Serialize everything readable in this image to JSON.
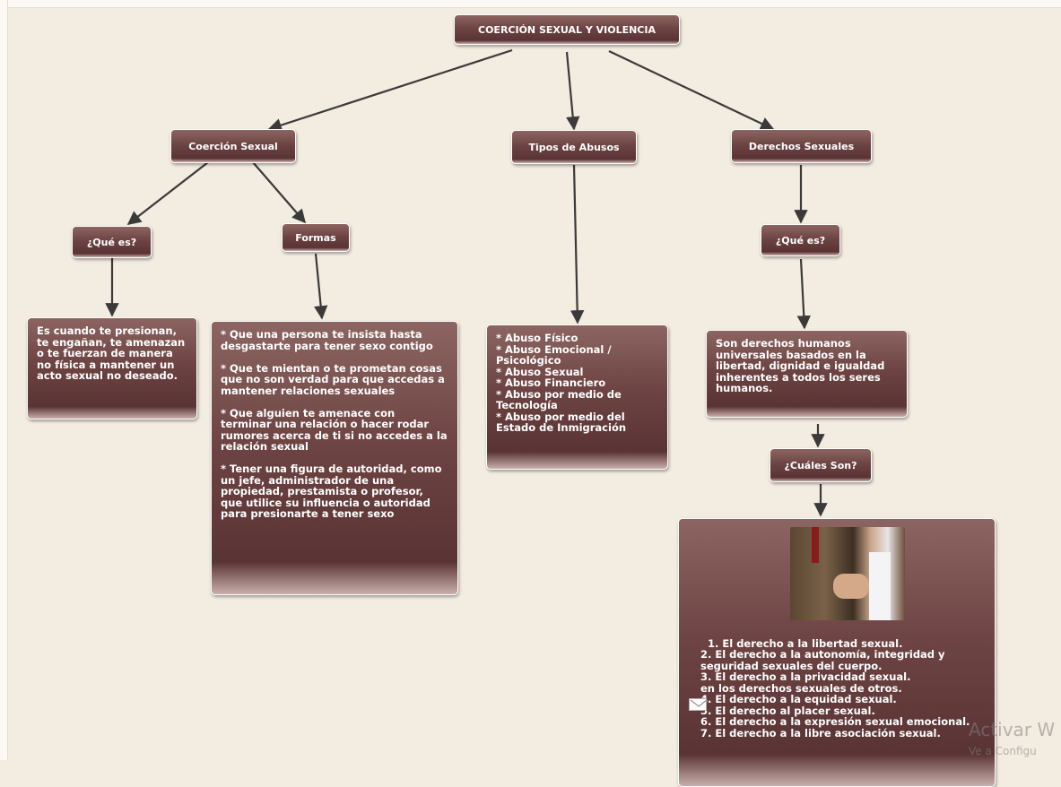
{
  "diagram": {
    "root": "COERCIÓN SEXUAL Y VIOLENCIA",
    "coercion": {
      "title": "Coerción Sexual",
      "que_es_title": "¿Qué es?",
      "que_es_text": "Es cuando te presionan, te engañan, te amenazan o te fuerzan de manera no física a mantener un acto sexual no deseado.",
      "formas_title": "Formas",
      "formas_text": "* Que una persona te insista hasta desgastarte para tener sexo contigo\n\n* Que te mientan o te prometan cosas que no son verdad para que accedas a mantener relaciones sexuales\n\n* Que alguien te amenace con terminar una relación o hacer rodar rumores acerca de ti si no accedes a la relación sexual\n\n* Tener una figura de autoridad, como un jefe, administrador de una propiedad, prestamista o profesor, que utilice su influencia o autoridad para presionarte a tener sexo"
    },
    "abusos": {
      "title": "Tipos de Abusos",
      "text": "* Abuso Físico\n* Abuso Emocional / Psicológico\n* Abuso Sexual\n* Abuso Financiero\n* Abuso por medio de Tecnología\n* Abuso por medio del Estado de Inmigración"
    },
    "derechos": {
      "title": "Derechos Sexuales",
      "que_es_title": "¿Qué es?",
      "que_es_text": "Son derechos humanos universales basados en la libertad, dignidad e igualdad inherentes a todos los seres humanos.",
      "cuales_title": "¿Cuáles Son?",
      "list_text": "1. El derecho a la libertad sexual.\n2. El derecho a la autonomía, integridad y seguridad sexuales del cuerpo.\n3. El derecho a la privacidad sexual.\nen los derechos sexuales de otros.\n4. El derecho a la equidad sexual.\n5. El derecho al placer sexual.\n6. El derecho a la expresión sexual emocional.\n7. El derecho a la libre asociación sexual."
    }
  },
  "watermark": {
    "line1": "Activar W",
    "line2": "Ve a Configu"
  },
  "colors": {
    "node_bg": "#6d4443",
    "canvas": "#f3ece0",
    "link": "#3a3a3a"
  },
  "icons": {
    "mail": "mail-icon"
  }
}
